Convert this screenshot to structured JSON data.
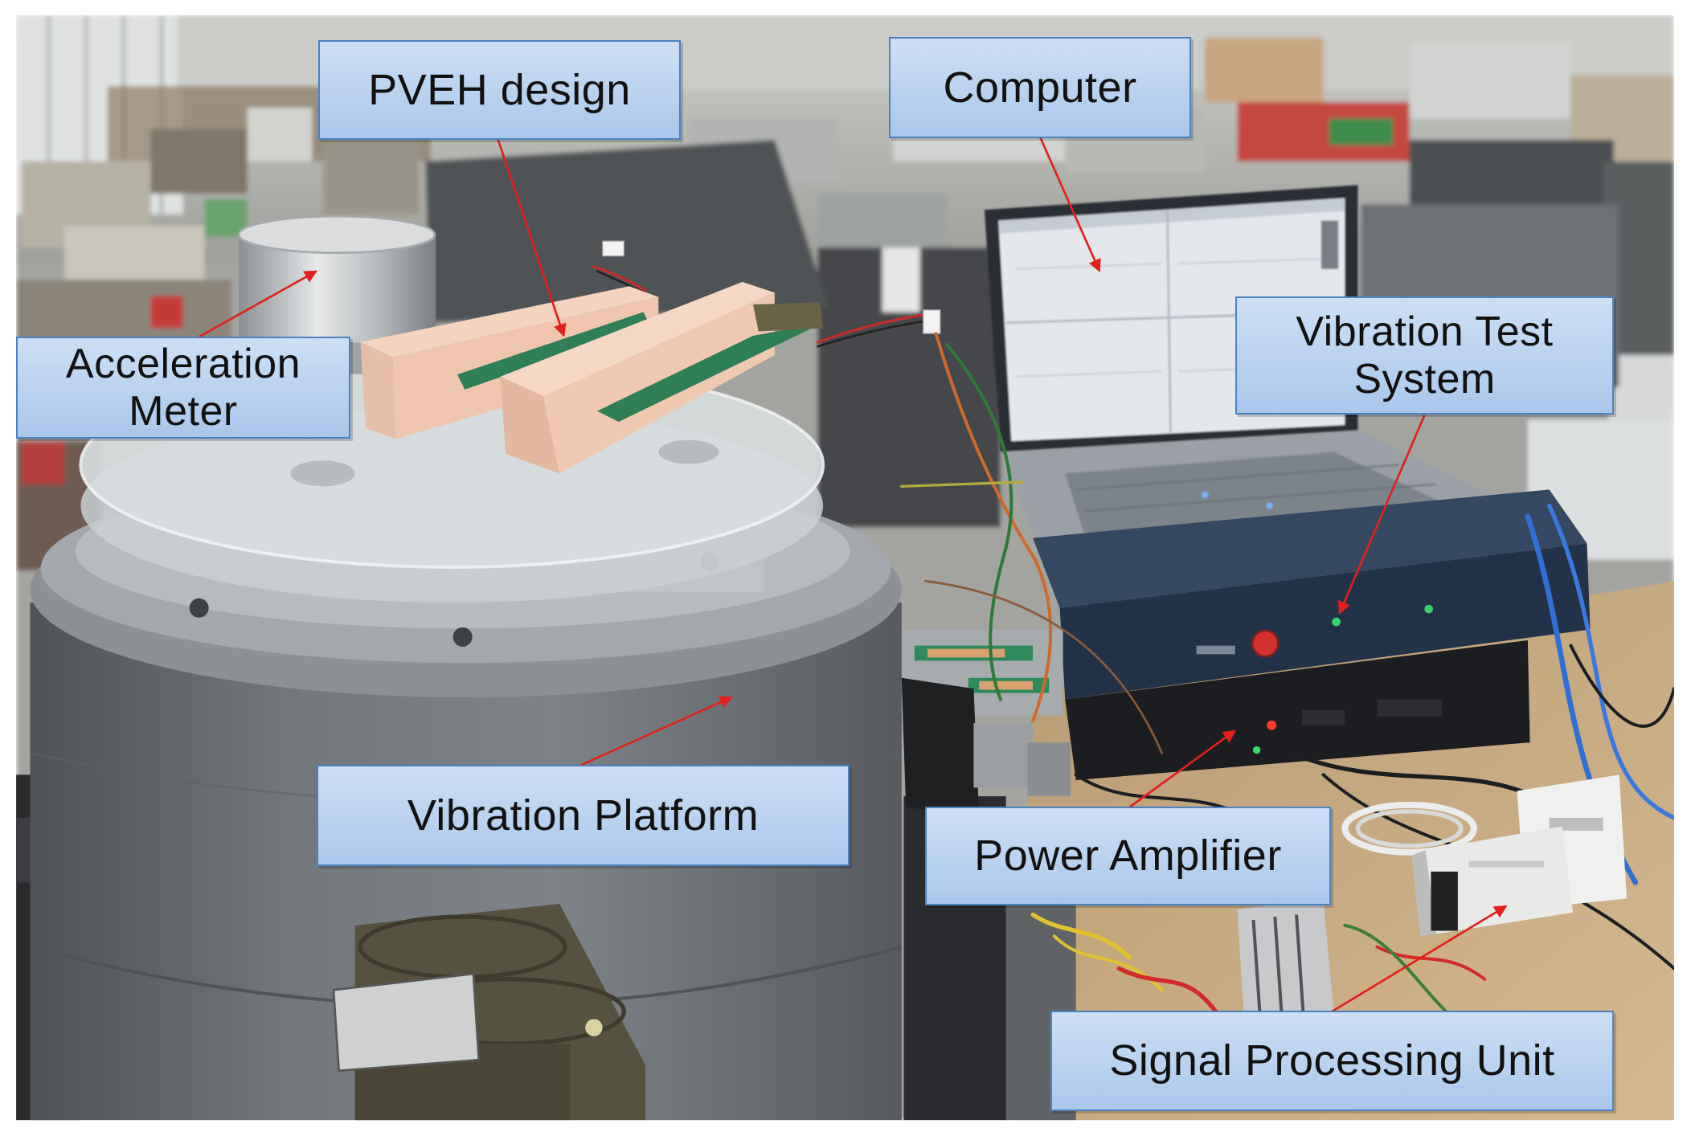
{
  "labels": {
    "pveh_design": "PVEH design",
    "computer": "Computer",
    "acceleration_meter": [
      "Acceleration",
      "Meter"
    ],
    "vibration_test_system": [
      "Vibration Test",
      "System"
    ],
    "vibration_platform": "Vibration Platform",
    "power_amplifier": "Power Amplifier",
    "signal_processing_unit": "Signal Processing Unit"
  },
  "colors": {
    "label_fill_top": "#cddff5",
    "label_fill_bottom": "#a9c7ec",
    "label_border": "#4a83c4",
    "arrow": "#e3201b"
  }
}
